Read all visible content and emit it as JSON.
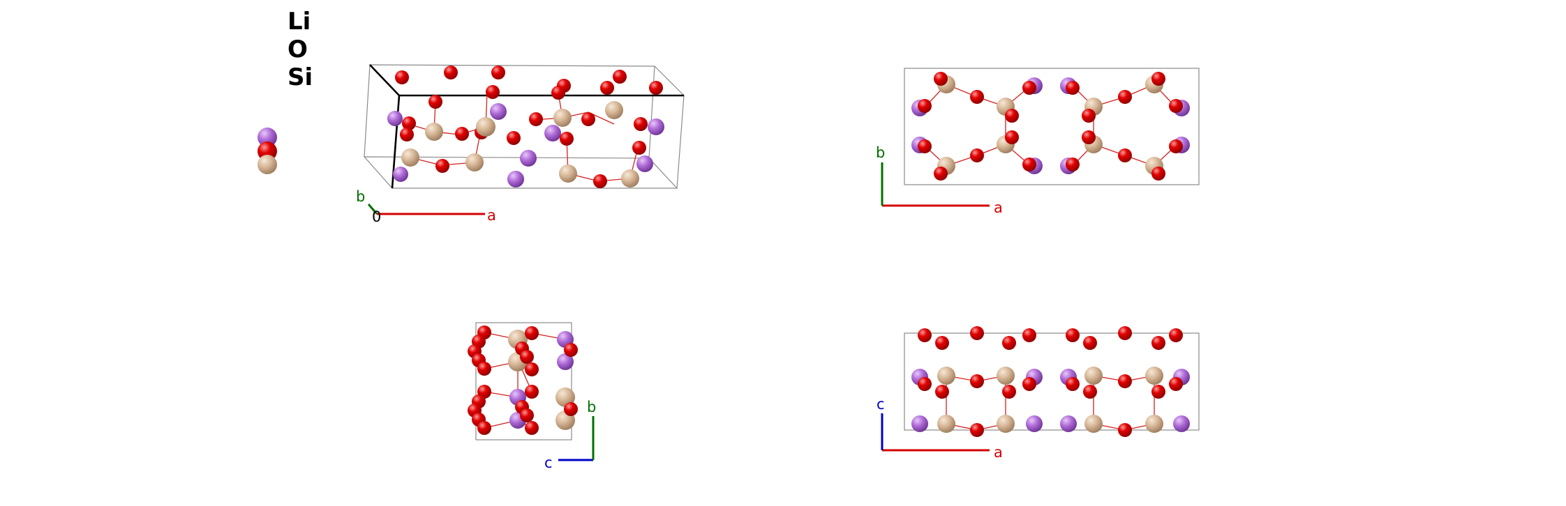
{
  "legend": {
    "elements": [
      {
        "symbol": "Li",
        "color": "#b06cd8"
      },
      {
        "symbol": "O",
        "color": "#e00000"
      },
      {
        "symbol": "Si",
        "color": "#d8b898"
      }
    ]
  },
  "axes": {
    "view1": {
      "a": "a",
      "b": "b",
      "origin": "0"
    },
    "view2": {
      "a": "a",
      "b": "b"
    },
    "view3": {
      "c": "c",
      "b": "b"
    },
    "view4": {
      "a": "a",
      "c": "c"
    }
  },
  "colors": {
    "a_axis": "#d40000",
    "b_axis": "#007000",
    "c_axis": "#0000c8",
    "bond": "#d42020"
  }
}
